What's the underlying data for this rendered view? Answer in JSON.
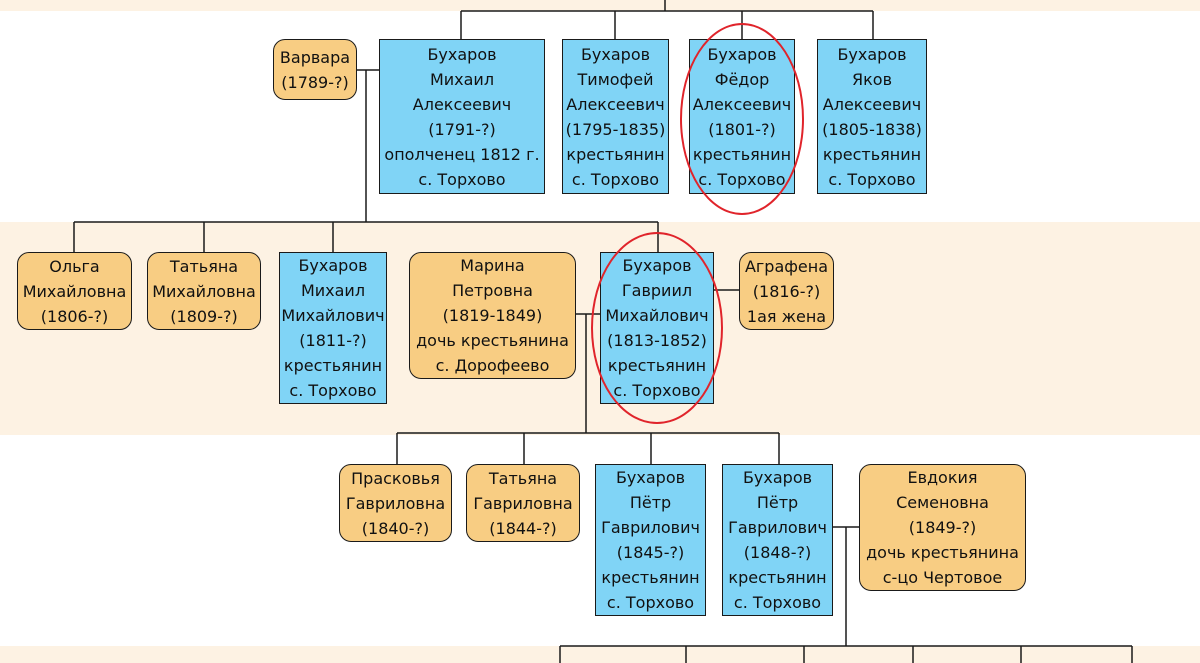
{
  "colors": {
    "male": "#80d4f6",
    "female": "#f8cd83",
    "band": "#fdf2e3",
    "line": "#1a1a1a",
    "highlight": "#e0242b"
  },
  "people": {
    "varvara": {
      "lines": [
        "Варвара",
        "(1789-?)"
      ]
    },
    "mikhail_a": {
      "lines": [
        "Бухаров",
        "Михаил",
        "Алексеевич",
        "(1791-?)",
        "ополченец 1812 г.",
        "с. Торхово"
      ]
    },
    "timofey": {
      "lines": [
        "Бухаров",
        "Тимофей",
        "Алексеевич",
        "(1795-1835)",
        "крестьянин",
        "с. Торхово"
      ]
    },
    "fedor": {
      "lines": [
        "Бухаров",
        "Фёдор",
        "Алексеевич",
        "(1801-?)",
        "крестьянин",
        "с. Торхово"
      ]
    },
    "yakov": {
      "lines": [
        "Бухаров",
        "Яков",
        "Алексеевич",
        "(1805-1838)",
        "крестьянин",
        "с. Торхово"
      ]
    },
    "olga": {
      "lines": [
        "Ольга",
        "Михайловна",
        "(1806-?)"
      ]
    },
    "tatyana_m": {
      "lines": [
        "Татьяна",
        "Михайловна",
        "(1809-?)"
      ]
    },
    "mikhail_m": {
      "lines": [
        "Бухаров",
        "Михаил",
        "Михайлович",
        "(1811-?)",
        "крестьянин",
        "с. Торхово"
      ]
    },
    "marina": {
      "lines": [
        "Марина",
        "Петровна",
        "(1819-1849)",
        "дочь крестьянина",
        "с. Дорофеево"
      ]
    },
    "gavriil": {
      "lines": [
        "Бухаров",
        "Гавриил",
        "Михайлович",
        "(1813-1852)",
        "крестьянин",
        "с. Торхово"
      ]
    },
    "agrafena": {
      "lines": [
        "Аграфена",
        "(1816-?)",
        "1ая жена"
      ]
    },
    "praskovya": {
      "lines": [
        "Прасковья",
        "Гавриловна",
        "(1840-?)"
      ]
    },
    "tatyana_g": {
      "lines": [
        "Татьяна",
        "Гавриловна",
        "(1844-?)"
      ]
    },
    "petr1": {
      "lines": [
        "Бухаров",
        "Пётр",
        "Гаврилович",
        "(1845-?)",
        "крестьянин",
        "с. Торхово"
      ]
    },
    "petr2": {
      "lines": [
        "Бухаров",
        "Пётр",
        "Гаврилович",
        "(1848-?)",
        "крестьянин",
        "с. Торхово"
      ]
    },
    "evdokia": {
      "lines": [
        "Евдокия",
        "Семеновна",
        "(1849-?)",
        "дочь крестьянина",
        "с-цо Чертовое"
      ]
    }
  }
}
